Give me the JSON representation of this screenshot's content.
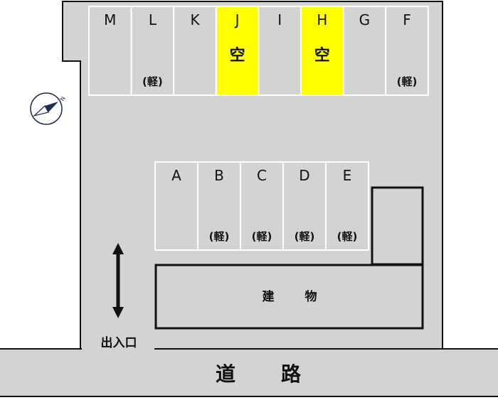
{
  "colors": {
    "lot": "#d3d3d3",
    "vacant": "#ffff00",
    "line": "#111111",
    "compass": "#1f2d55"
  },
  "compass": {
    "label": "N"
  },
  "top_row": [
    {
      "id": "M",
      "note": "",
      "vacant": false
    },
    {
      "id": "L",
      "note": "(軽)",
      "vacant": false
    },
    {
      "id": "K",
      "note": "",
      "vacant": false
    },
    {
      "id": "J",
      "note": "空",
      "vacant": true
    },
    {
      "id": "I",
      "note": "",
      "vacant": false
    },
    {
      "id": "H",
      "note": "空",
      "vacant": true
    },
    {
      "id": "G",
      "note": "",
      "vacant": false
    },
    {
      "id": "F",
      "note": "(軽)",
      "vacant": false
    }
  ],
  "middle_row": [
    {
      "id": "A",
      "note": "",
      "vacant": false
    },
    {
      "id": "B",
      "note": "(軽)",
      "vacant": false
    },
    {
      "id": "C",
      "note": "(軽)",
      "vacant": false
    },
    {
      "id": "D",
      "note": "(軽)",
      "vacant": false
    },
    {
      "id": "E",
      "note": "(軽)",
      "vacant": false
    }
  ],
  "building": {
    "char1": "建",
    "char2": "物"
  },
  "entrance": {
    "label": "出入口"
  },
  "road": {
    "char1": "道",
    "char2": "路"
  }
}
